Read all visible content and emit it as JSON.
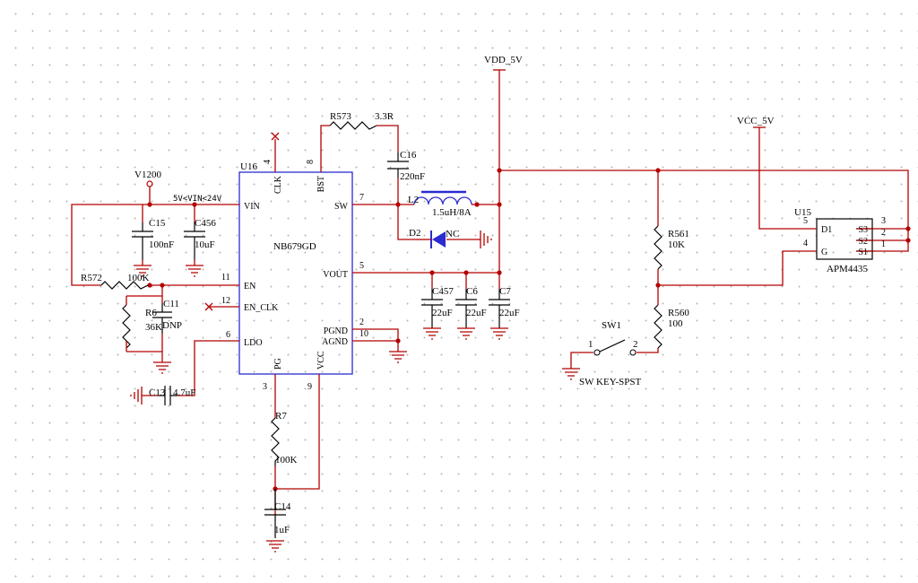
{
  "nets": {
    "vdd_5v": "VDD_5V",
    "vcc_5v": "VCC_5V",
    "v1200": "V1200",
    "vin_range": "5V<VIN<24V"
  },
  "u16": {
    "ref": "U16",
    "part": "NB679GD",
    "pins": {
      "vin": "VIN",
      "en": "EN",
      "en_clk": "EN_CLK",
      "ldo": "LDO",
      "clk": "CLK",
      "bst": "BST",
      "sw": "SW",
      "vout": "VOUT",
      "pgnd": "PGND",
      "agnd": "AGND",
      "pg": "PG",
      "vcc": "VCC"
    },
    "pin_numbers": {
      "clk": "4",
      "bst": "8",
      "sw": "7",
      "vout": "5",
      "pgnd": "2",
      "agnd": "10",
      "en": "11",
      "en_clk": "12",
      "ldo": "6",
      "pg": "3",
      "vcc": "9"
    }
  },
  "u15": {
    "ref": "U15",
    "part": "APM4435",
    "pins": {
      "d1": "D1",
      "g": "G",
      "s3": "S3",
      "s2": "S2",
      "s1": "S1"
    },
    "pin_numbers": {
      "d1": "5",
      "g": "4",
      "s3": "3",
      "s2": "2",
      "s1": "1"
    }
  },
  "components": {
    "r573": {
      "ref": "R573",
      "value": "3.3R"
    },
    "c16": {
      "ref": "C16",
      "value": "220nF"
    },
    "l2": {
      "ref": "L2",
      "value": "1.5uH/8A"
    },
    "d2": {
      "ref": "D2",
      "value": "NC"
    },
    "c15": {
      "ref": "C15",
      "value": "100nF"
    },
    "c456": {
      "ref": "C456",
      "value": "10uF"
    },
    "r572": {
      "ref": "R572",
      "value": "100K"
    },
    "r6": {
      "ref": "R6",
      "value": "36K"
    },
    "c11": {
      "ref": "C11",
      "value": "DNP"
    },
    "c13": {
      "ref": "C13",
      "value": "4.7uF"
    },
    "c457": {
      "ref": "C457",
      "value": "22uF"
    },
    "c6": {
      "ref": "C6",
      "value": "22uF"
    },
    "c7": {
      "ref": "C7",
      "value": "22uF"
    },
    "r7": {
      "ref": "R7",
      "value": "100K"
    },
    "c14": {
      "ref": "C14",
      "value": "1uF"
    },
    "r561": {
      "ref": "R561",
      "value": "10K"
    },
    "r560": {
      "ref": "R560",
      "value": "100"
    },
    "sw1": {
      "ref": "SW1",
      "value": "SW KEY-SPST",
      "pin1": "1",
      "pin2": "2"
    }
  }
}
